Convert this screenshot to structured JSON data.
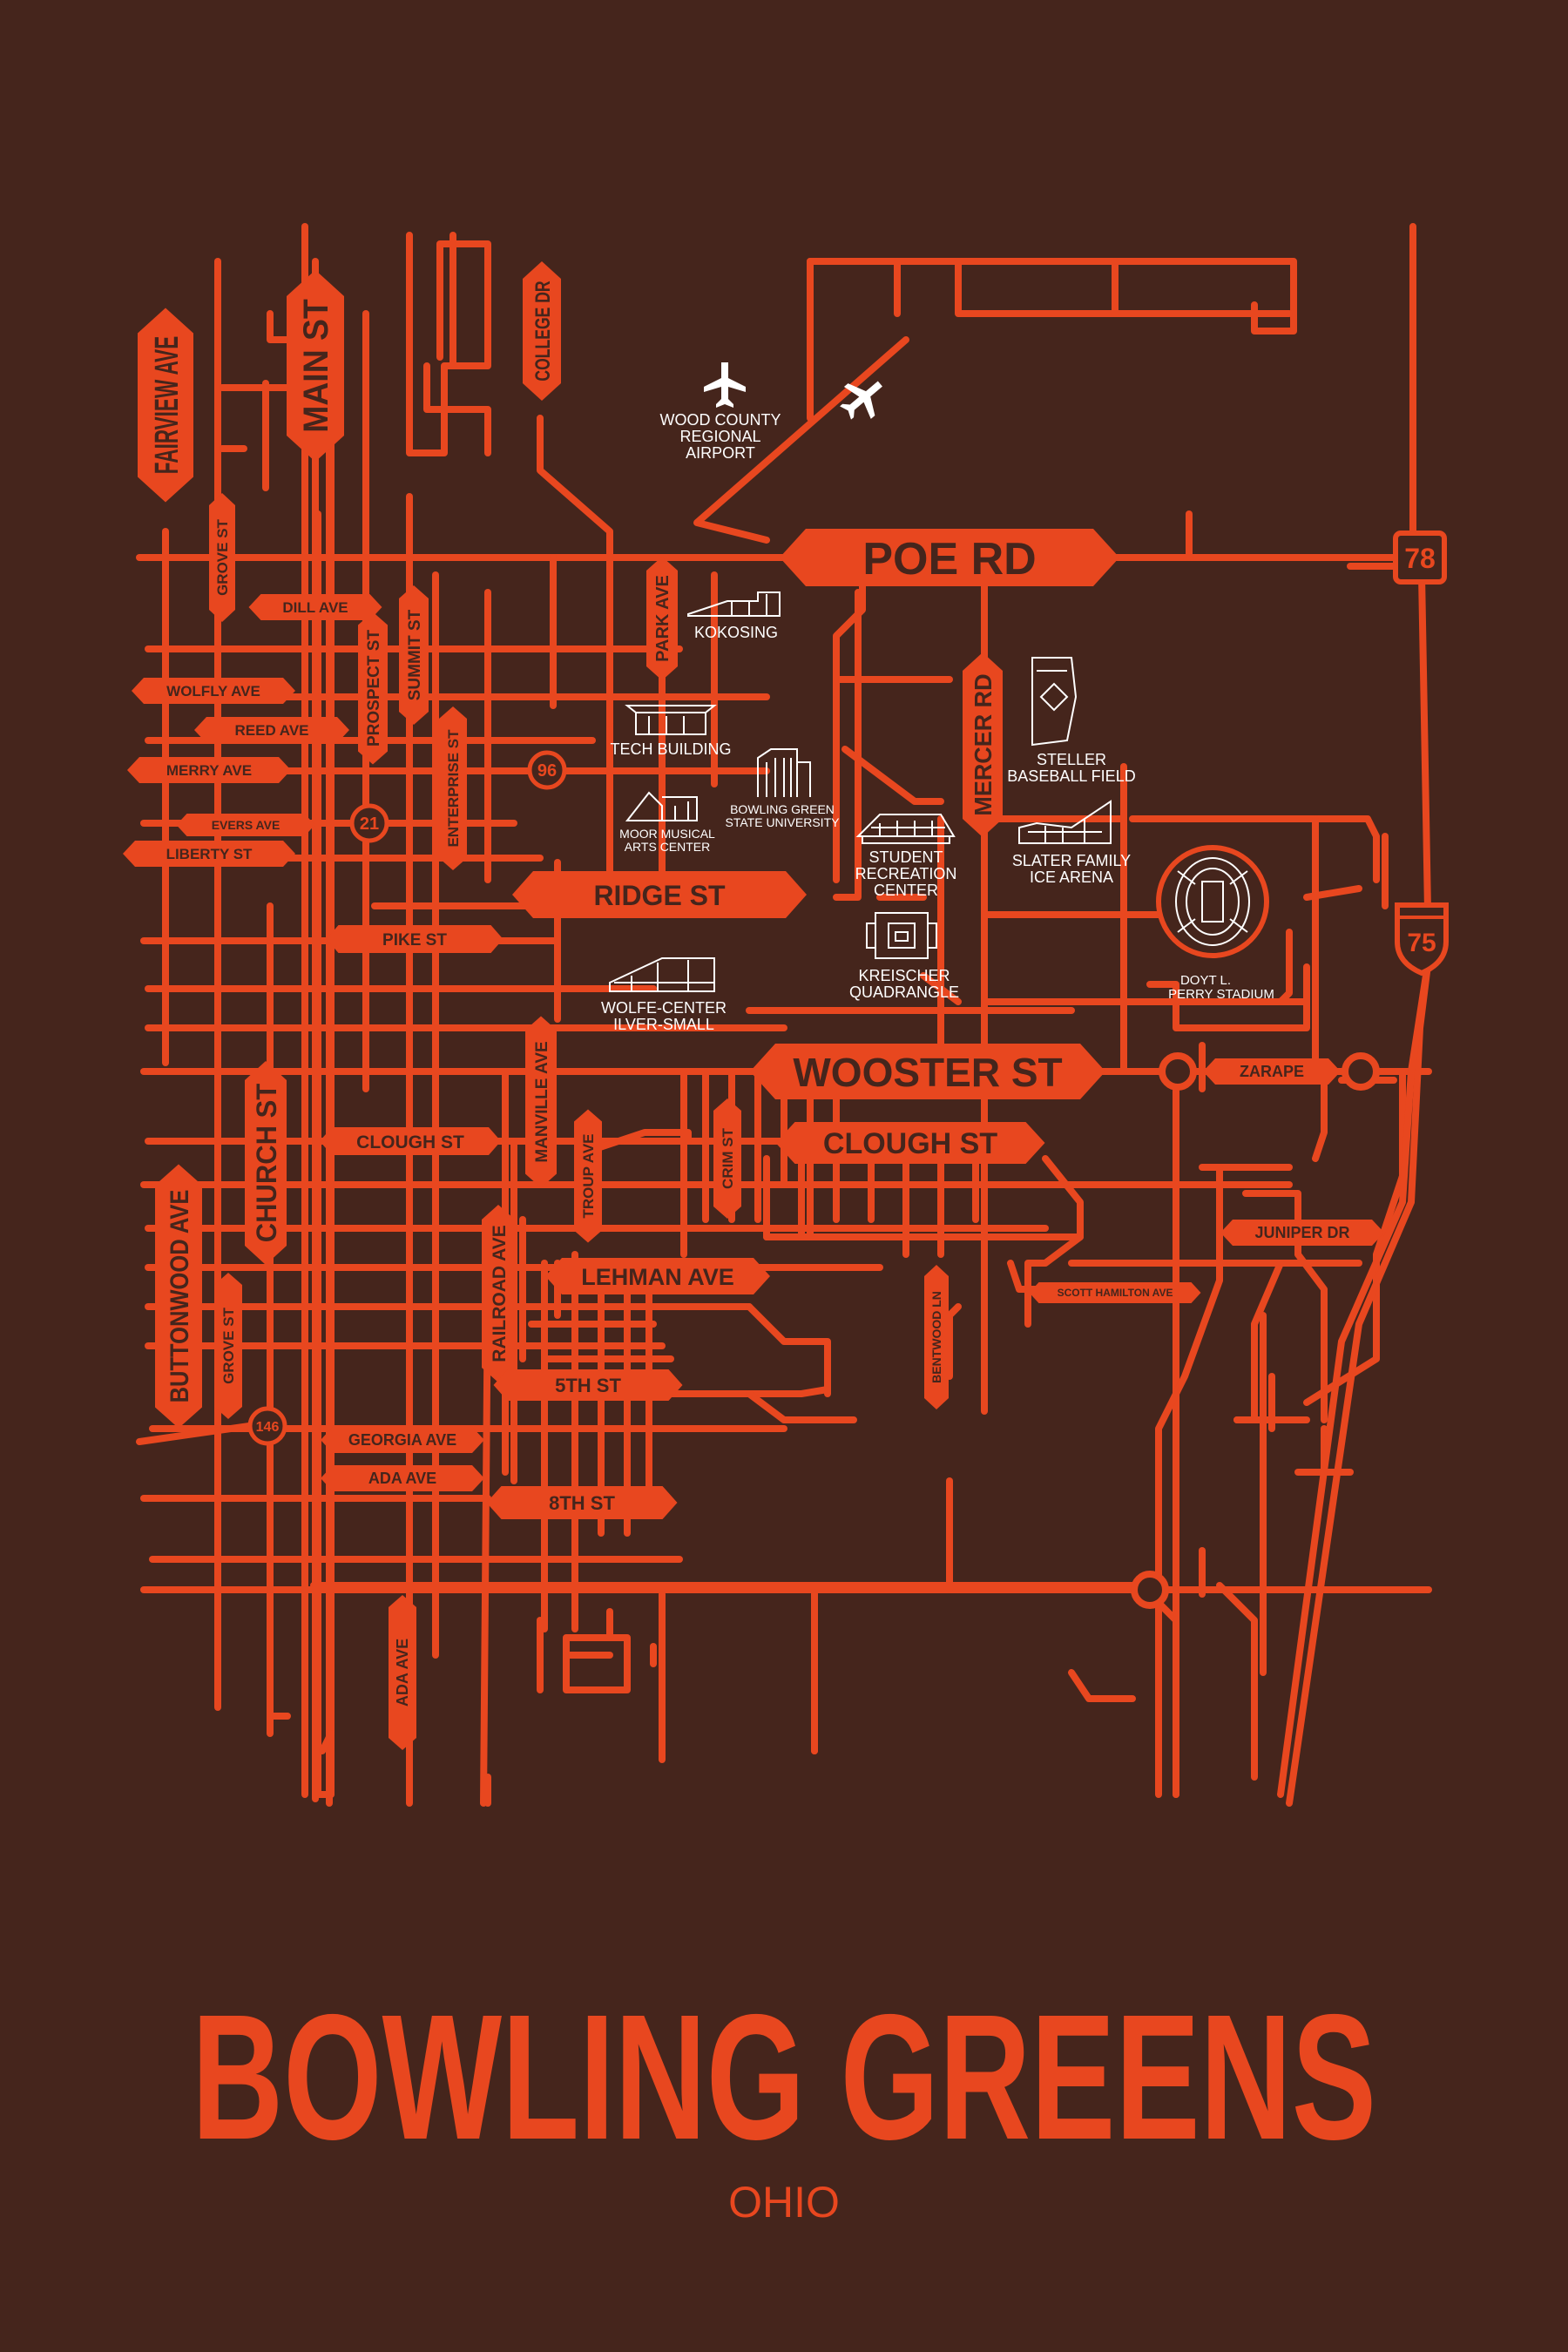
{
  "colors": {
    "background": "#45251c",
    "street": "#e8471f",
    "label_text": "#45251c",
    "landmark": "#ffffff"
  },
  "title": {
    "city": "BOWLING GREENS",
    "state": "OHIO"
  },
  "streets": {
    "fairview": "FAIRVIEW AVE",
    "main": "MAIN ST",
    "college": "COLLEGE DR",
    "grove_n": "GROVE ST",
    "grove_s": "GROVE ST",
    "dill": "DILL AVE",
    "prospect": "PROSPECT ST",
    "summit": "SUMMIT ST",
    "wolfly": "WOLFLY AVE",
    "reed": "REED AVE",
    "enterprise": "ENTERPRISE ST",
    "merry": "MERRY AVE",
    "evers": "EVERS AVE",
    "liberty": "LIBERTY ST",
    "park": "PARK AVE",
    "poe": "POE RD",
    "mercer": "MERCER RD",
    "ridge": "RIDGE ST",
    "pike": "PIKE ST",
    "wooster": "WOOSTER ST",
    "clough_w": "CLOUGH ST",
    "clough_e": "CLOUGH ST",
    "church": "CHURCH ST",
    "buttonwood": "BUTTONWOOD AVE",
    "manville": "MANVILLE AVE",
    "troup": "TROUP AVE",
    "crim": "CRIM ST",
    "railroad": "RAILROAD AVE",
    "lehman": "LEHMAN AVE",
    "fifth": "5TH ST",
    "eighth": "8TH ST",
    "georgia": "GEORGIA AVE",
    "ada_h": "ADA AVE",
    "ada_v": "ADA AVE",
    "zarape": "ZARAPE",
    "juniper": "JUNIPER DR",
    "scott": "SCOTT HAMILTON AVE",
    "bentwood": "BENTWOOD LN"
  },
  "routes": {
    "r78": "78",
    "r96": "96",
    "r21": "21",
    "r75": "75",
    "r146": "146"
  },
  "landmarks": {
    "airport": [
      "WOOD COUNTY",
      "REGIONAL",
      "AIRPORT"
    ],
    "kokosing": [
      "KOKOSING"
    ],
    "tech": [
      "TECH BUILDING"
    ],
    "bgsu": [
      "BOWLING GREEN",
      "STATE UNIVERSITY"
    ],
    "moor": [
      "MOOR MUSICAL",
      "ARTS CENTER"
    ],
    "steller": [
      "STELLER",
      "BASEBALL FIELD"
    ],
    "rec": [
      "STUDENT",
      "RECREATION",
      "CENTER"
    ],
    "slater": [
      "SLATER FAMILY",
      "ICE ARENA"
    ],
    "kreischer": [
      "KREISCHER",
      "QUADRANGLE"
    ],
    "doyt": [
      "DOYT L.",
      "PERRY STADIUM"
    ],
    "wolfe": [
      "WOLFE-CENTER",
      "ILVER-SMALL"
    ]
  }
}
